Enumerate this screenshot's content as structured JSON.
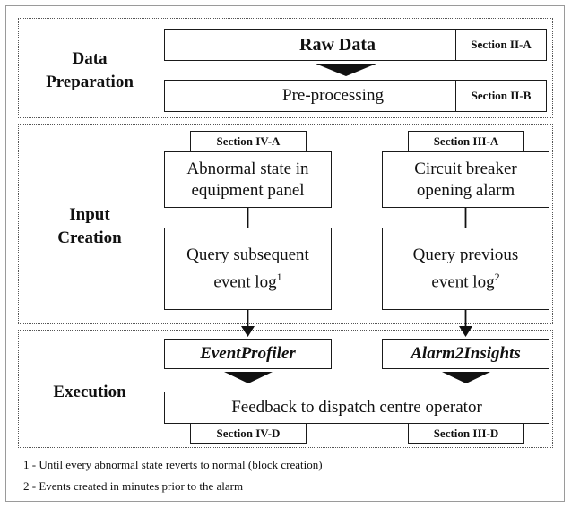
{
  "stages": {
    "data_preparation": [
      "Data",
      "Preparation"
    ],
    "input_creation": [
      "Input",
      "Creation"
    ],
    "execution": "Execution"
  },
  "data_preparation": {
    "raw_data": "Raw Data",
    "raw_data_section": "Section II-A",
    "preprocessing": "Pre-processing",
    "preprocessing_section": "Section II-B"
  },
  "input_creation": {
    "left": {
      "section": "Section IV-A",
      "trigger": [
        "Abnormal state in",
        "equipment panel"
      ],
      "query": [
        "Query subsequent",
        "event log"
      ],
      "footnote_marker": "1"
    },
    "right": {
      "section": "Section III-A",
      "trigger": [
        "Circuit breaker",
        "opening alarm"
      ],
      "query": [
        "Query previous",
        "event log"
      ],
      "footnote_marker": "2"
    }
  },
  "execution": {
    "left_tool": "EventProfiler",
    "right_tool": "Alarm2Insights",
    "feedback": "Feedback to dispatch centre operator",
    "left_section": "Section IV-D",
    "right_section": "Section III-D"
  },
  "footnotes": [
    "1 - Until every abnormal state reverts to normal (block creation)",
    "2 - Events created in minutes prior to the alarm"
  ]
}
